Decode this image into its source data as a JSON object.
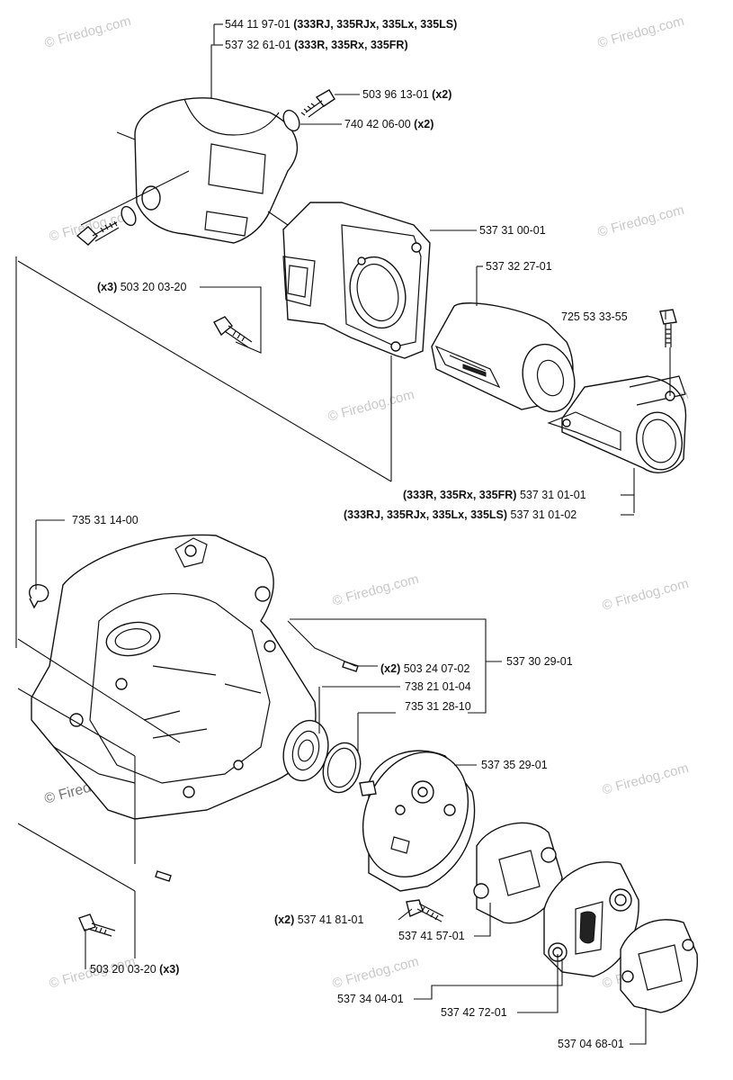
{
  "watermark": "© Firedog.com",
  "labels": {
    "l_544": {
      "pn": "544 11 97-01",
      "note": "(333RJ, 335RJx, 335Lx, 335LS)"
    },
    "l_537326101": {
      "pn": "537 32 61-01",
      "note": "(333R, 335Rx, 335FR)"
    },
    "l_503961301": {
      "pn": "503 96 13-01",
      "note": "(x2)"
    },
    "l_740420600": {
      "pn": "740 42 06-00",
      "note": "(x2)"
    },
    "l_537310001": {
      "pn": "537 31 00-01"
    },
    "l_537322701": {
      "pn": "537 32 27-01"
    },
    "l_503200320a": {
      "note": "(x3)",
      "pn": "503 20 03-20"
    },
    "l_725533355": {
      "pn": "725 53 33-55"
    },
    "l_537310101": {
      "note": "(333R, 335Rx, 335FR)",
      "pn": "537 31 01-01"
    },
    "l_537310102": {
      "note": "(333RJ, 335RJx, 335Lx, 335LS)",
      "pn": "537 31 01-02"
    },
    "l_735311400": {
      "pn": "735 31 14-00"
    },
    "l_537302901": {
      "pn": "537 30 29-01"
    },
    "l_503240702": {
      "note": "(x2)",
      "pn": "503 24 07-02"
    },
    "l_738210104": {
      "pn": "738 21 01-04"
    },
    "l_735312810": {
      "pn": "735 31 28-10"
    },
    "l_537352901": {
      "pn": "537 35 29-01"
    },
    "l_537418101": {
      "note": "(x2)",
      "pn": "537 41 81-01"
    },
    "l_537415701": {
      "pn": "537 41 57-01"
    },
    "l_503200320b": {
      "pn": "503 20 03-20",
      "note": "(x3)"
    },
    "l_537340401": {
      "pn": "537 34 04-01"
    },
    "l_537427201": {
      "pn": "537 42 72-01"
    },
    "l_537046801": {
      "pn": "537 04 68-01"
    }
  }
}
